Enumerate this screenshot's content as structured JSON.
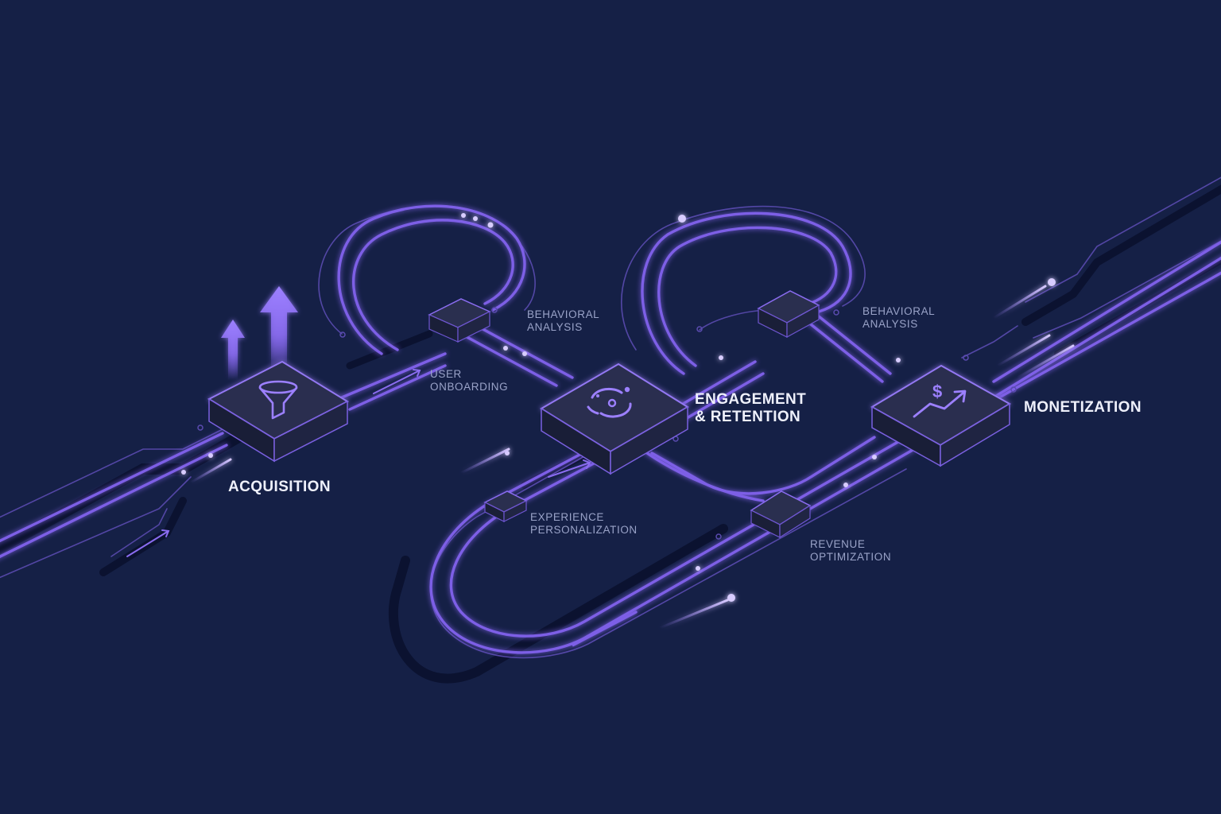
{
  "stages": {
    "acquisition": {
      "line1": "ACQUISITION"
    },
    "engagement": {
      "line1": "ENGAGEMENT",
      "line2": "& RETENTION"
    },
    "monetization": {
      "line1": "MONETIZATION"
    }
  },
  "sub_steps": {
    "behavioral_1": {
      "line1": "BEHAVIORAL",
      "line2": "ANALYSIS"
    },
    "user_onboarding": {
      "line1": "USER",
      "line2": "ONBOARDING"
    },
    "behavioral_2": {
      "line1": "BEHAVIORAL",
      "line2": "ANALYSIS"
    },
    "experience": {
      "line1": "EXPERIENCE",
      "line2": "PERSONALIZATION"
    },
    "revenue": {
      "line1": "REVENUE",
      "line2": "OPTIMIZATION"
    }
  },
  "icons": {
    "acquisition": "funnel-icon",
    "engagement": "cycle-icon",
    "monetization": "dollar-growth-icon"
  },
  "colors": {
    "background": "#152046",
    "accent": "#8f6cf0",
    "accent_glow": "#c9b8ff",
    "node_fill": "#262b48",
    "dark_track": "#0c1330"
  }
}
